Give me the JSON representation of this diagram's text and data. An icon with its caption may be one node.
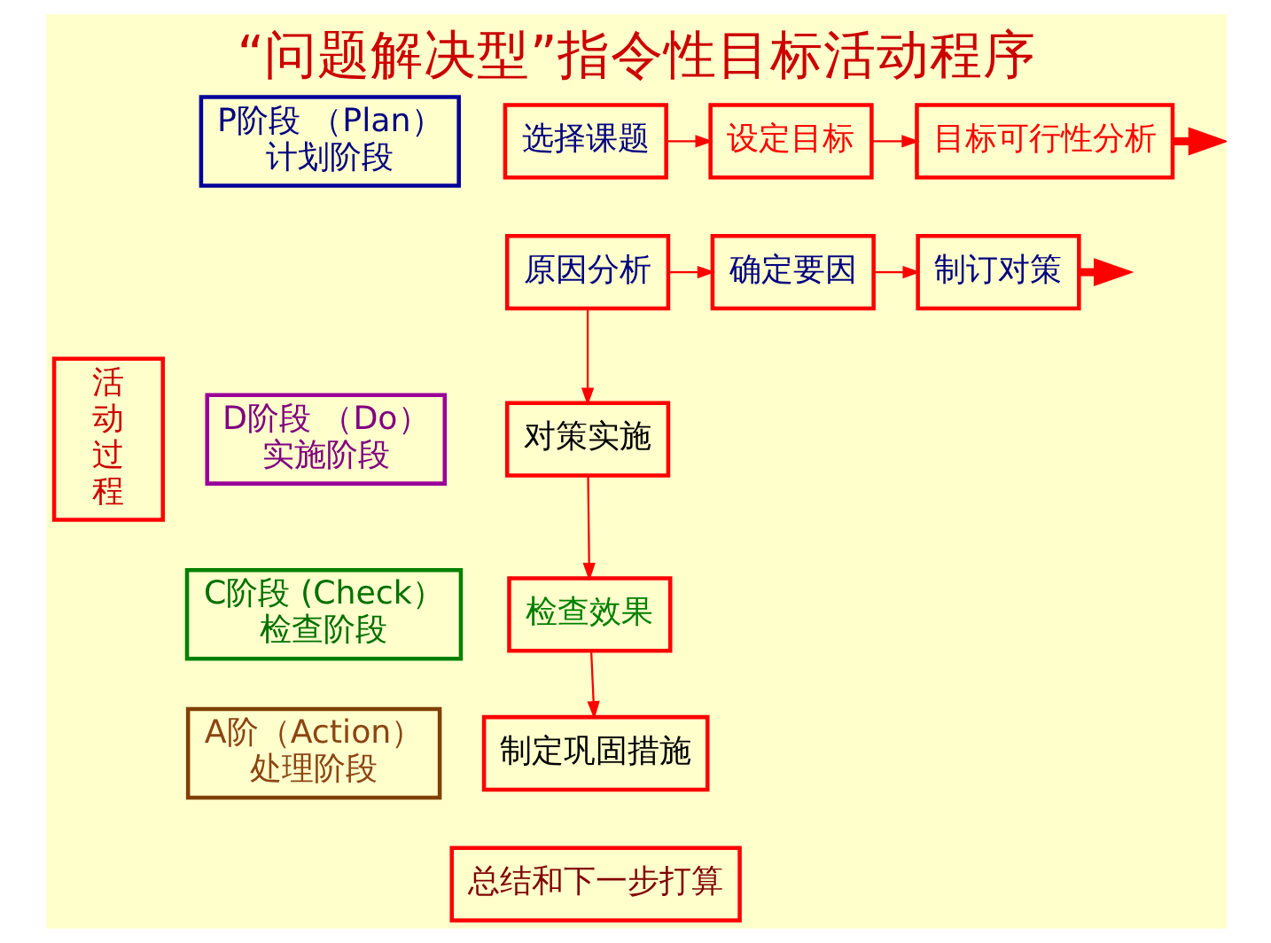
{
  "diagram": {
    "title": "“问题解决型”指令性目标活动程序",
    "nodes": [
      {
        "text": [
          "活动过程"
        ]
      },
      {
        "text": [
          "P阶段 （Plan）",
          "计划阶段"
        ]
      },
      {
        "text": [
          "D阶段 （Do）",
          "实施阶段"
        ]
      },
      {
        "text": [
          "C阶段 (Check）",
          "检查阶段"
        ]
      },
      {
        "text": [
          "A阶（Action）",
          "处理阶段"
        ]
      },
      {
        "text": [
          "选择课题"
        ]
      },
      {
        "text": [
          "设定目标"
        ]
      },
      {
        "text": [
          "目标可行性分析"
        ]
      },
      {
        "text": [
          "原因分析"
        ]
      },
      {
        "text": [
          "确定要因"
        ]
      },
      {
        "text": [
          "制订对策"
        ]
      },
      {
        "text": [
          "对策实施"
        ]
      },
      {
        "text": [
          "检查效果"
        ]
      },
      {
        "text": [
          "制定巩固措施"
        ]
      },
      {
        "text": [
          "总结和下一步打算"
        ]
      }
    ],
    "edges": [
      {
        "from": 5,
        "to": 6,
        "arrow": "to"
      },
      {
        "from": 6,
        "to": 7,
        "arrow": "to"
      },
      {
        "from": 7,
        "to": null,
        "arrow": "to",
        "style": "thick"
      },
      {
        "from": 8,
        "to": 9,
        "arrow": "to"
      },
      {
        "from": 9,
        "to": 10,
        "arrow": "to"
      },
      {
        "from": 10,
        "to": null,
        "arrow": "to",
        "style": "thick"
      },
      {
        "from": 8,
        "to": 11,
        "arrow": "to"
      },
      {
        "from": 11,
        "to": 12,
        "arrow": "to"
      },
      {
        "from": 12,
        "to": 13,
        "arrow": "to"
      }
    ]
  }
}
